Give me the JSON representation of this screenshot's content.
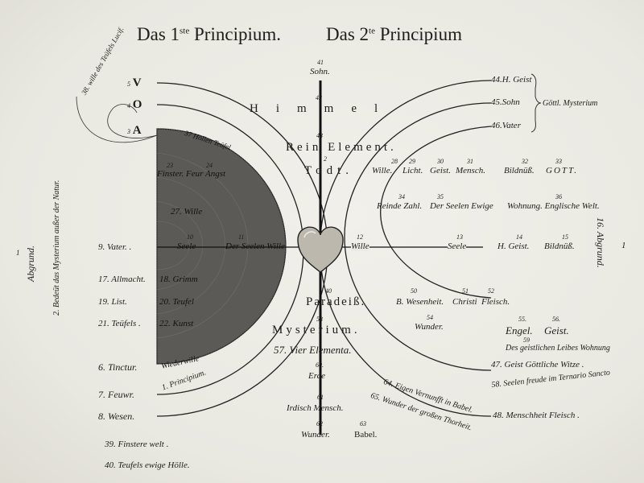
{
  "title": {
    "first": "Das 1",
    "first_sup": "ste",
    "first_rest": " Principium.",
    "second": "Das 2",
    "second_sup": "te",
    "second_rest": " Principium"
  },
  "left_margin": {
    "n1": "1",
    "abgrund": "Abgrund.",
    "n2_text": "2. Bedeüt das Mysterium außer der Natur."
  },
  "right_margin": {
    "n1": "1",
    "abgrund": "16. Abgrund."
  },
  "curve_label": "38. wille des Teüfels Lucif.",
  "letters": [
    {
      "num": "5",
      "letter": "V"
    },
    {
      "num": "4",
      "letter": "O"
    },
    {
      "num": "3",
      "letter": "A"
    }
  ],
  "axis": {
    "n41": "41",
    "sohn": "Sohn.",
    "n42": "42",
    "himmel": "Himmel",
    "n43": "43",
    "rein_element": "Rein Element.",
    "n2": "2",
    "todt": "Todt.",
    "n40": "40",
    "paradeis": "Paradeiß.",
    "n53": "53",
    "mysterium": "Mysterium.",
    "vier_elementa": "57. Vier Elementa.",
    "n60": "60.",
    "erde": "Erde",
    "n61": "61",
    "irdisch": "Irdisch Mensch.",
    "n62": "62",
    "wunder": "Wunder.",
    "n63": "63",
    "babel": "Babel."
  },
  "dark": {
    "hollen": "37 Hollen Teüfel",
    "n23": "23",
    "n24": "24",
    "finster": "Finster. Feur Angst",
    "wille": "27. Wille",
    "n10": "10",
    "seele": "Seele",
    "n11": "11",
    "seelen_wille": "Der Seelen Wille",
    "grimm": "18. Grimm",
    "teufel": "20. Teufel",
    "kunst": "22. Kunst",
    "wiederwille": "Wiederwille"
  },
  "left_list": [
    "9. Vater. .",
    "17. Allmacht.",
    "19. List.",
    "21. Teüfels .",
    "6. Tinctur.",
    "7. Feuwr.",
    "8. Wesen.",
    "39. Finstere welt .",
    "40. Teufels ewige Hölle."
  ],
  "principium_arc": "1. Principium.",
  "right_top": [
    {
      "num": "44.",
      "text": "H. Geist"
    },
    {
      "num": "45.",
      "text": "Sohn"
    },
    {
      "num": "46.",
      "text": "Vater"
    }
  ],
  "gottl_mysterium": "Göttl. Mysterium",
  "row1": [
    {
      "num": "28",
      "text": "Wille."
    },
    {
      "num": "29",
      "text": "Licht."
    },
    {
      "num": "30",
      "text": "Geist."
    },
    {
      "num": "31",
      "text": "Mensch."
    },
    {
      "num": "32",
      "text": "Bildnüß."
    },
    {
      "num": "33",
      "text": "GOTT."
    }
  ],
  "row2": [
    {
      "num": "34",
      "text": "Reinde Zahl."
    },
    {
      "num": "35",
      "text": "Der Seelen Ewige"
    },
    {
      "num": "36",
      "text": "Wohnung. Englische Welt."
    }
  ],
  "row3": [
    {
      "num": "12",
      "text": "Wille"
    },
    {
      "num": "13",
      "text": "Seele"
    },
    {
      "num": "14",
      "text": "H. Geist."
    },
    {
      "num": "15",
      "text": "Bildnüß."
    }
  ],
  "row4": [
    {
      "num": "50",
      "text": "B. Wesenheit."
    },
    {
      "num": "51",
      "text": "Christi"
    },
    {
      "num": "52",
      "text": "Fleisch."
    }
  ],
  "lower_right": {
    "n54": "54",
    "wunder": "Wunder.",
    "n55": "55.",
    "engel": "Engel.",
    "n56": "56.",
    "geist": "Geist.",
    "n59": "59",
    "leibes": "Des geistlichen Leibes Wohnung",
    "witze": "47. Geist Göttliche Witze .",
    "seelenfreude": "58. Seelen freude im Ternario Sancto",
    "menschheit": "48. Menschheit Fleisch .",
    "babel64": "64. Eigen Vernunfft in Babel.",
    "thorheit65": "65. Wunder der großen Thorheit."
  },
  "colors": {
    "paper": "#ecebe4",
    "ink": "#1f1d1a",
    "disc": "#5a5956"
  }
}
